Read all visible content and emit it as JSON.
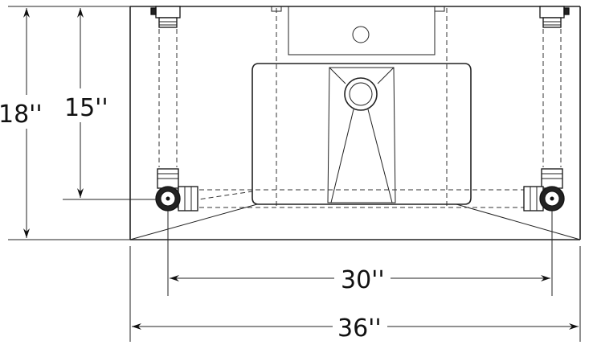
{
  "dimensions": {
    "overall_height": "18''",
    "drain_height": "15''",
    "valve_spacing": "30''",
    "overall_width": "36''"
  },
  "colors": {
    "line": "#222222",
    "background": "#ffffff"
  }
}
